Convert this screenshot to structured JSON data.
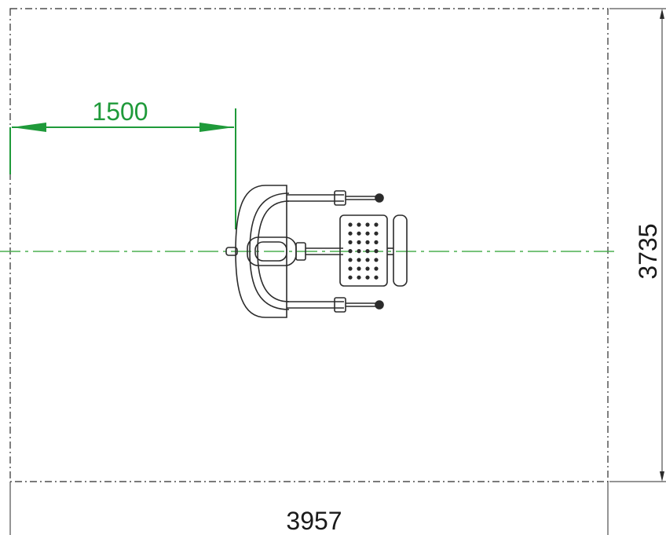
{
  "dimensions": {
    "offset": "1500",
    "width": "3957",
    "depth": "3735"
  },
  "colors": {
    "outline": "#2b2b2b",
    "dimension_green": "#1f9a3a",
    "centerline_green": "#4caf50",
    "background": "#ffffff"
  }
}
